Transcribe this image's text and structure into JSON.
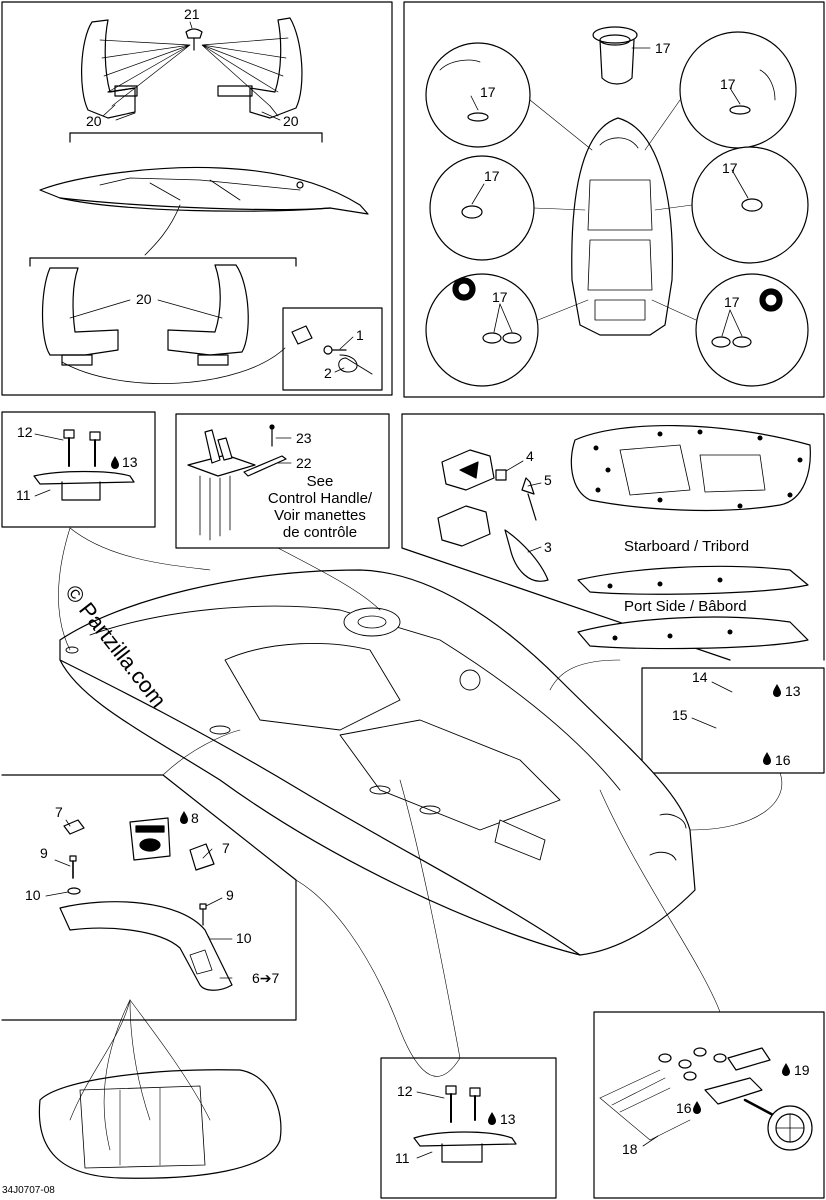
{
  "diagram": {
    "part_numbers": [
      "1",
      "2",
      "3",
      "4",
      "5",
      "6",
      "7",
      "8",
      "9",
      "10",
      "11",
      "12",
      "13",
      "14",
      "15",
      "16",
      "17",
      "18",
      "19",
      "20",
      "21",
      "22",
      "23"
    ],
    "callouts": {
      "c21": "21",
      "c20a": "20",
      "c20b": "20",
      "c20c": "20",
      "c17a": "17",
      "c17b": "17",
      "c17c": "17",
      "c17d": "17",
      "c17e": "17",
      "c17f": "17",
      "c17g": "17",
      "c1": "1",
      "c2": "2",
      "c12a": "12",
      "c13a": "13",
      "c11a": "11",
      "c23": "23",
      "c22": "22",
      "c4": "4",
      "c5": "5",
      "c3": "3",
      "c14": "14",
      "c13b": "13",
      "c15": "15",
      "c16a": "16",
      "c7a": "7",
      "c8": "8",
      "c7b": "7",
      "c9a": "9",
      "c10a": "10",
      "c9b": "9",
      "c10b": "10",
      "c6to7": "6➔7",
      "c12b": "12",
      "c13c": "13",
      "c11b": "11",
      "c19": "19",
      "c16b": "16",
      "c18": "18"
    },
    "labels": {
      "see_control": "See\nControl Handle/\nVoir manettes\nde contrôle",
      "starboard": "Starboard / Tribord",
      "port_side": "Port Side / Bâbord"
    },
    "watermark": "© Partzilla.com",
    "doc_id": "34J0707-08",
    "colors": {
      "ink": "#000000",
      "fill": "#ffffff",
      "shade": "#d9d9d9",
      "watermark": "#000000"
    },
    "icons": [
      "sealant-drop-icon",
      "arrow-right-icon"
    ]
  }
}
